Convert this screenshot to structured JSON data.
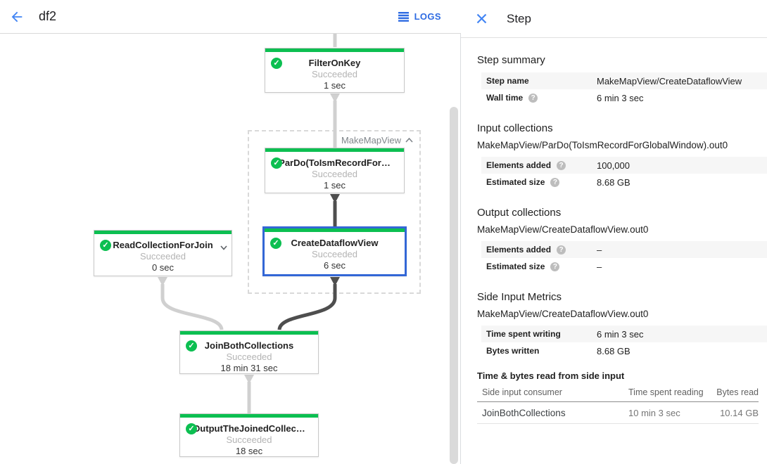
{
  "colors": {
    "status_green": "#0CBF51",
    "selection_blue": "#3367D6",
    "link_blue": "#2E6BE2"
  },
  "header": {
    "title": "df2",
    "logs_label": "LOGS"
  },
  "graph": {
    "group": {
      "label": "MakeMapView"
    },
    "nodes": [
      {
        "title": "FilterOnKey",
        "status": "Succeeded",
        "time": "1 sec"
      },
      {
        "title": "ParDo(ToIsmRecordFor…",
        "status": "Succeeded",
        "time": "1 sec"
      },
      {
        "title": "CreateDataflowView",
        "status": "Succeeded",
        "time": "6 sec",
        "selected": true
      },
      {
        "title": "ReadCollectionForJoin",
        "status": "Succeeded",
        "time": "0 sec"
      },
      {
        "title": "JoinBothCollections",
        "status": "Succeeded",
        "time": "18 min 31 sec"
      },
      {
        "title": "OutputTheJoinedCollec…",
        "status": "Succeeded",
        "time": "18 sec"
      }
    ]
  },
  "panel": {
    "title": "Step",
    "step_summary": {
      "heading": "Step summary",
      "rows": [
        {
          "label": "Step name",
          "value": "MakeMapView/CreateDataflowView"
        },
        {
          "label": "Wall time",
          "value": "6 min 3 sec"
        }
      ]
    },
    "input_collections": {
      "heading": "Input collections",
      "collection": "MakeMapView/ParDo(ToIsmRecordForGlobalWindow).out0",
      "rows": [
        {
          "label": "Elements added",
          "value": "100,000"
        },
        {
          "label": "Estimated size",
          "value": "8.68 GB"
        }
      ]
    },
    "output_collections": {
      "heading": "Output collections",
      "collection": "MakeMapView/CreateDataflowView.out0",
      "rows": [
        {
          "label": "Elements added",
          "value": "–"
        },
        {
          "label": "Estimated size",
          "value": "–"
        }
      ]
    },
    "side_input_metrics": {
      "heading": "Side Input Metrics",
      "collection": "MakeMapView/CreateDataflowView.out0",
      "rows": [
        {
          "label": "Time spent writing",
          "value": "6 min 3 sec"
        },
        {
          "label": "Bytes written",
          "value": "8.68 GB"
        }
      ]
    },
    "side_input_table": {
      "title": "Time & bytes read from side input",
      "columns": [
        "Side input consumer",
        "Time spent reading",
        "Bytes read"
      ],
      "rows": [
        {
          "consumer": "JoinBothCollections",
          "time": "10 min 3 sec",
          "bytes": "10.14 GB"
        }
      ]
    }
  },
  "icons": {
    "check": "✓",
    "help": "?"
  }
}
